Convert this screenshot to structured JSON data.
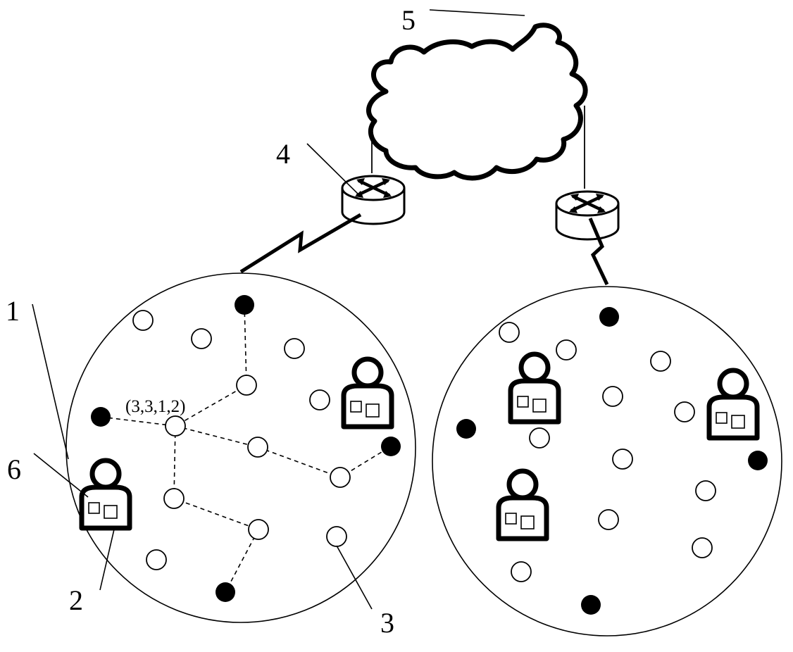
{
  "labels": {
    "network_area": "1",
    "user": "2",
    "sensor_node": "3",
    "gateway": "4",
    "cloud": "5",
    "user_device": "6",
    "node_coordinate": "(3,3,1,2)"
  },
  "colors": {
    "stroke": "#000000",
    "fill": "#ffffff",
    "anchor": "#000000"
  }
}
